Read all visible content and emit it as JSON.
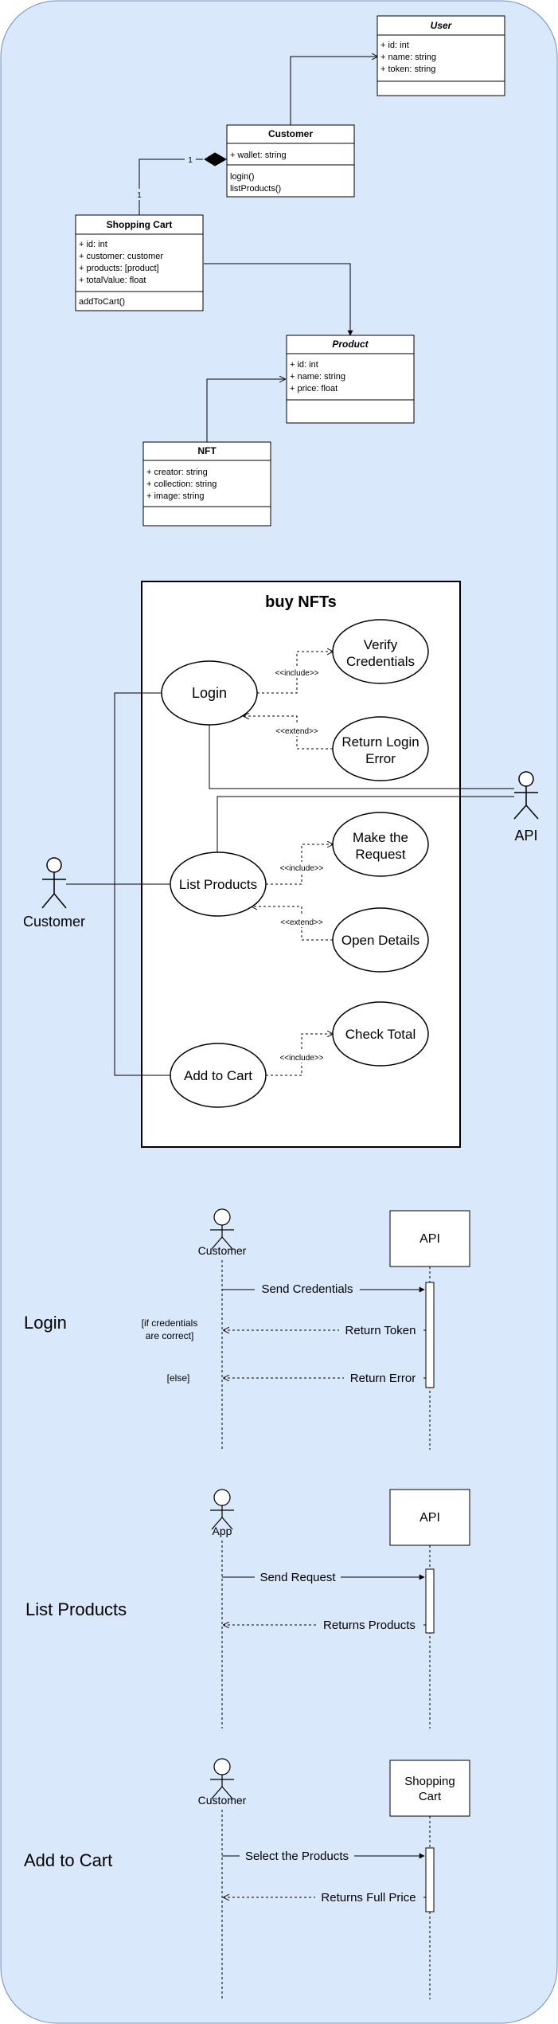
{
  "class_diagram": {
    "classes": {
      "user": {
        "title": "User",
        "title_italic": true,
        "attributes": [
          "+ id: int",
          "+ name: string",
          "+ token: string"
        ],
        "methods": []
      },
      "customer": {
        "title": "Customer",
        "title_italic": false,
        "attributes": [
          "+ wallet: string"
        ],
        "methods": [
          "login()",
          "listProducts()"
        ]
      },
      "cart": {
        "title": "Shopping Cart",
        "title_italic": false,
        "attributes": [
          "+ id: int",
          "+ customer: customer",
          "+ products: [product]",
          "+ totalValue: float"
        ],
        "methods": [
          "addToCart()"
        ]
      },
      "product": {
        "title": "Product",
        "title_italic": true,
        "attributes": [
          "+ id: int",
          "+ name: string",
          "+ price: float"
        ],
        "methods": []
      },
      "nft": {
        "title": "NFT",
        "title_italic": false,
        "attributes": [
          "+ creator: string",
          "+ collection: string",
          "+ image: string"
        ],
        "methods": []
      }
    },
    "multiplicity": {
      "customer_side": "1",
      "cart_side": "1"
    }
  },
  "use_case": {
    "title": "buy NFTs",
    "actors": {
      "customer": "Customer",
      "api": "API"
    },
    "use_cases": {
      "login": [
        "Login"
      ],
      "verify": [
        "Verify",
        "Credentials"
      ],
      "login_error": [
        "Return Login",
        "Error"
      ],
      "list_products": [
        "List Products"
      ],
      "make_request": [
        "Make the",
        "Request"
      ],
      "open_details": [
        "Open Details"
      ],
      "add_to_cart": [
        "Add to Cart"
      ],
      "check_total": [
        "Check Total"
      ]
    },
    "relations": {
      "login_verify": "<<include>>",
      "login_error": "<<extend>>",
      "list_request": "<<include>>",
      "list_details": "<<extend>>",
      "cart_total": "<<include>>"
    }
  },
  "sequences": {
    "login": {
      "label": "Login",
      "left": "Customer",
      "right": "API",
      "msg1": "Send Credentials",
      "msg2": "Return Token",
      "msg3": "Return Error",
      "guard1": [
        "[if credentials",
        "are correct]"
      ],
      "guard2": "[else]"
    },
    "list": {
      "label": "List Products",
      "left": "App",
      "right": "API",
      "msg1": "Send Request",
      "msg2": "Returns Products"
    },
    "cart": {
      "label": "Add to Cart",
      "left": "Customer",
      "right": [
        "Shopping",
        "Cart"
      ],
      "msg1": "Select the Products",
      "msg2": "Returns Full Price"
    }
  },
  "colors": {
    "background": "#dae8fc",
    "border": "#6c8ebf",
    "line": "#000000",
    "box_fill": "#ffffff"
  }
}
